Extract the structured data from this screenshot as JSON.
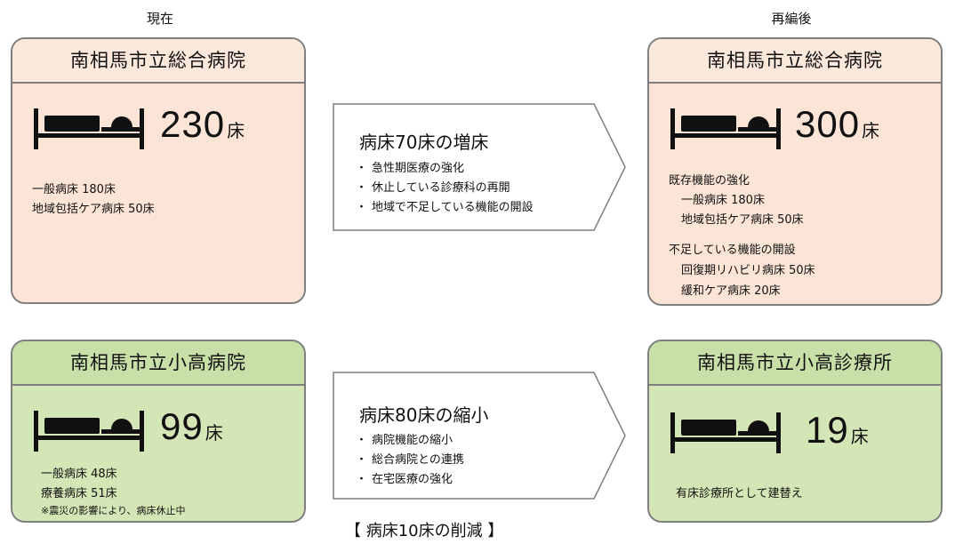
{
  "headings": {
    "current": "現在",
    "after": "再編後"
  },
  "cards": {
    "general_now": {
      "title": "南相馬市立総合病院",
      "bed_number": "230",
      "bed_unit": "床",
      "lines": [
        "一般病床 180床",
        "地域包括ケア病床 50床"
      ]
    },
    "general_after": {
      "title": "南相馬市立総合病院",
      "bed_number": "300",
      "bed_unit": "床",
      "lines": [
        "既存機能の強化",
        "一般病床 180床",
        "地域包括ケア病床 50床",
        "不足している機能の開設",
        "回復期リハビリ病床 50床",
        "緩和ケア病床 20床"
      ]
    },
    "odaka_now": {
      "title": "南相馬市立小高病院",
      "bed_number": "99",
      "bed_unit": "床",
      "lines": [
        "一般病床 48床",
        "療養病床 51床",
        "※震災の影響により、病床休止中"
      ]
    },
    "odaka_after": {
      "title": "南相馬市立小高診療所",
      "bed_number": "19",
      "bed_unit": "床",
      "lines": [
        "有床診療所として建替え"
      ]
    }
  },
  "arrows": {
    "top": {
      "title": "病床70床の増床",
      "bullet": "・",
      "items": [
        "急性期医療の強化",
        "休止している診療科の再開",
        "地域で不足している機能の開設"
      ]
    },
    "bottom": {
      "title": "病床80床の縮小",
      "bullet": "・",
      "items": [
        "病院機能の縮小",
        "総合病院との連携",
        "在宅医療の強化"
      ]
    }
  },
  "footer": {
    "reduction": "【 病床10床の削減 】"
  },
  "colors": {
    "peach_fill": "#fce4d6",
    "green_fill": "#d4e6b5",
    "border": "#7f7f7f"
  },
  "icons": [
    "bed-icon"
  ]
}
